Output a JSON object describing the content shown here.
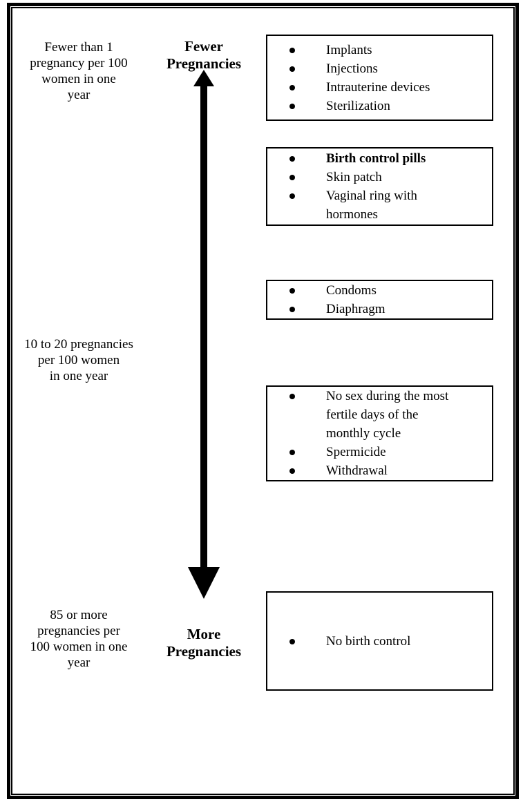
{
  "colors": {
    "ink": "#000000",
    "paper": "#ffffff"
  },
  "icons": {
    "bullet": "filled-circle-bullet",
    "arrow": "double-headed-vertical-arrow"
  },
  "scale_labels": [
    {
      "text": "Fewer than 1\npregnancy per 100\nwomen in one\nyear"
    },
    {
      "text": "10 to 20 pregnancies\nper 100 women\nin one year"
    },
    {
      "text": "85 or more\npregnancies per\n100 women in one\nyear"
    }
  ],
  "axis": {
    "top_label": "Fewer\nPregnancies",
    "bottom_label": "More\nPregnancies"
  },
  "boxes": [
    {
      "items": [
        {
          "text": "Implants"
        },
        {
          "text": "Injections"
        },
        {
          "text": "Intrauterine devices"
        },
        {
          "text": "Sterilization"
        }
      ]
    },
    {
      "items": [
        {
          "text": "Birth control pills",
          "bold": true
        },
        {
          "text": "Skin patch"
        },
        {
          "text": "Vaginal ring with\nhormones"
        }
      ]
    },
    {
      "items": [
        {
          "text": "Condoms"
        },
        {
          "text": "Diaphragm"
        }
      ]
    },
    {
      "items": [
        {
          "text": "No sex during the most\nfertile days of the\nmonthly cycle"
        },
        {
          "text": "Spermicide"
        },
        {
          "text": "Withdrawal"
        }
      ]
    },
    {
      "items": [
        {
          "text": "No birth control"
        }
      ]
    }
  ]
}
